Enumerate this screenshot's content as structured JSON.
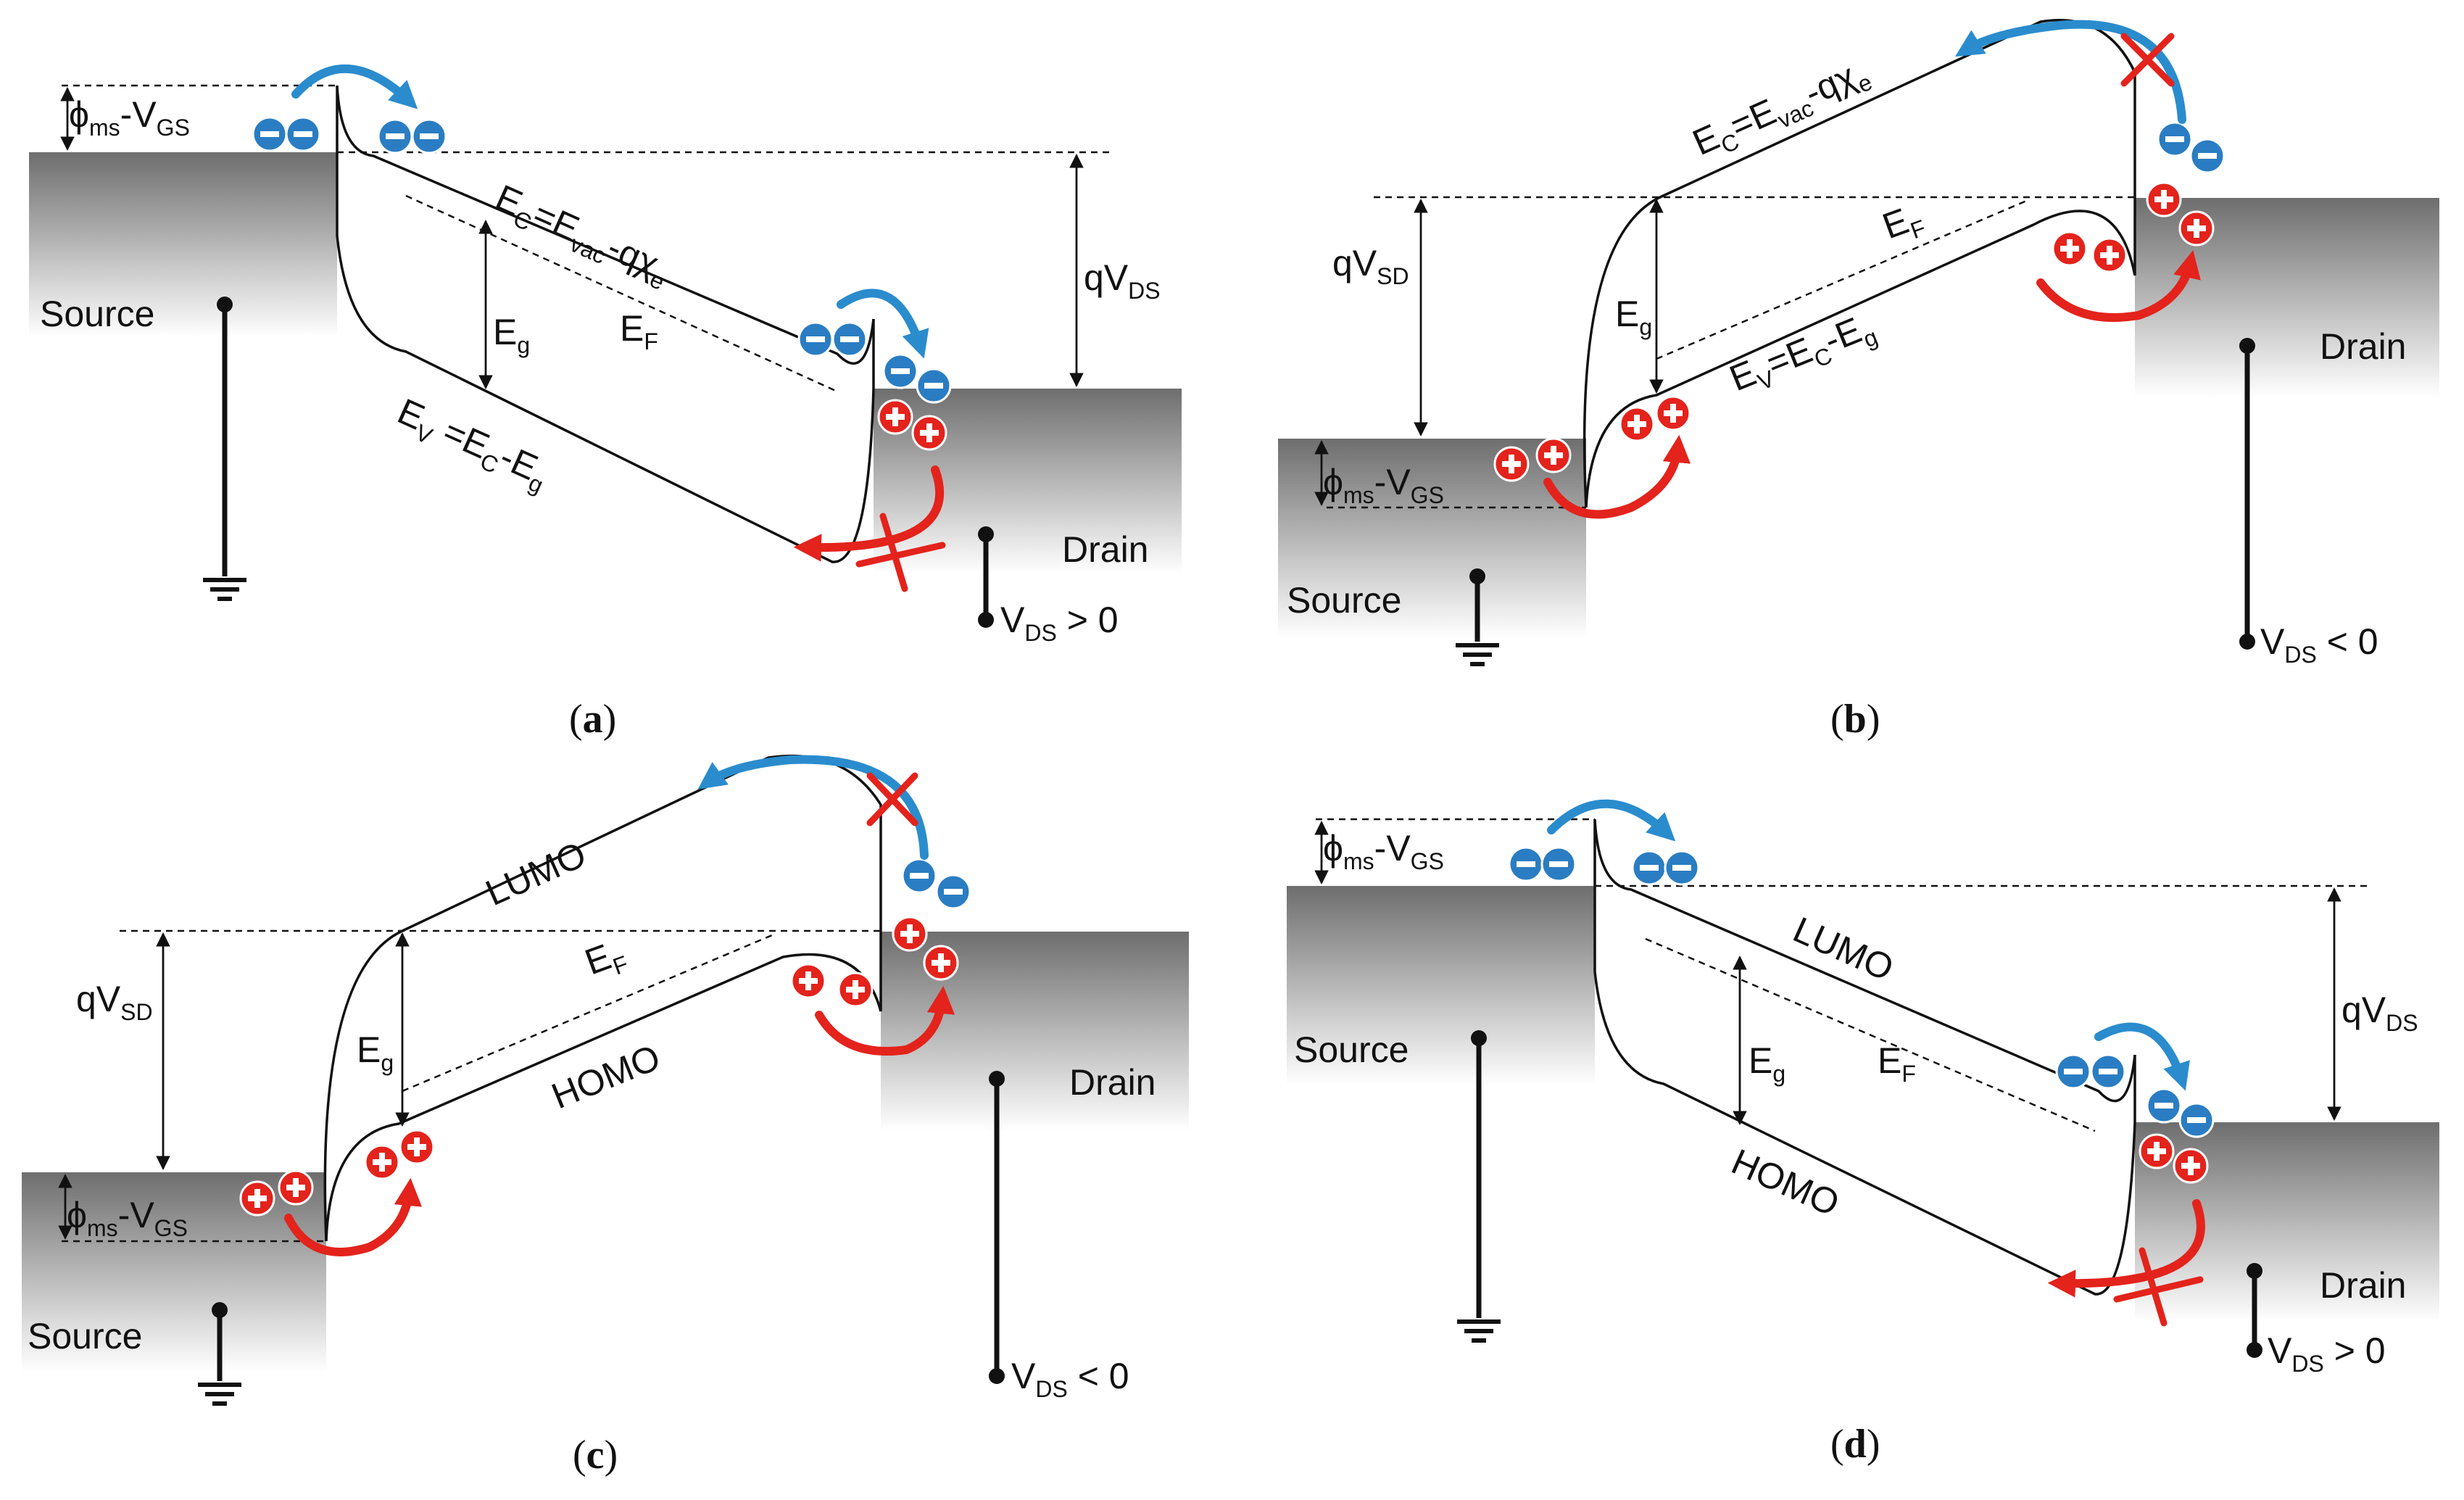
{
  "panels": {
    "a": {
      "caption_open": "(",
      "caption_letter": "a",
      "caption_close": ")",
      "phi": "ϕ",
      "phi_sub": "ms",
      "phi_rest": "-V",
      "phi_sub2": "GS",
      "ec_1": "E",
      "ec_s1": "C",
      "ec_2": "=E",
      "ec_s2": "vac",
      "ec_3": "-qχ",
      "ec_s3": "e",
      "ev_1": "E",
      "ev_s1": "V",
      "ev_2": " =E",
      "ev_s2": "C",
      "ev_3": "-E",
      "ev_s3": "g",
      "eg": "E",
      "eg_sub": "g",
      "ef": "E",
      "ef_sub": "F",
      "qv": "qV",
      "qv_sub": "DS",
      "source": "Source",
      "drain": "Drain",
      "vds": "V",
      "vds_sub": "DS",
      "vds_rest": " > 0"
    },
    "b": {
      "caption_open": "(",
      "caption_letter": "b",
      "caption_close": ")",
      "phi": "ϕ",
      "phi_sub": "ms",
      "phi_rest": "-V",
      "phi_sub2": "GS",
      "ec_1": "E",
      "ec_s1": "C",
      "ec_2": "=E",
      "ec_s2": "vac",
      "ec_3": "-qχ",
      "ec_s3": "e",
      "ev_1": "E",
      "ev_s1": "V",
      "ev_2": "=E",
      "ev_s2": "C",
      "ev_3": "-E",
      "ev_s3": "g",
      "eg": "E",
      "eg_sub": "g",
      "ef": "E",
      "ef_sub": "F",
      "qv": "qV",
      "qv_sub": "SD",
      "source": "Source",
      "drain": "Drain",
      "vds": "V",
      "vds_sub": "DS",
      "vds_rest": " < 0"
    },
    "c": {
      "caption_open": "(",
      "caption_letter": "c",
      "caption_close": ")",
      "phi": "ϕ",
      "phi_sub": "ms",
      "phi_rest": "-V",
      "phi_sub2": "GS",
      "lumo": "LUMO",
      "homo": "HOMO",
      "eg": "E",
      "eg_sub": "g",
      "ef": "E",
      "ef_sub": "F",
      "qv": "qV",
      "qv_sub": "SD",
      "source": "Source",
      "drain": "Drain",
      "vds": "V",
      "vds_sub": "DS",
      "vds_rest": " < 0"
    },
    "d": {
      "caption_open": "(",
      "caption_letter": "d",
      "caption_close": ")",
      "phi": "ϕ",
      "phi_sub": "ms",
      "phi_rest": "-V",
      "phi_sub2": "GS",
      "lumo": "LUMO",
      "homo": "HOMO",
      "eg": "E",
      "eg_sub": "g",
      "ef": "E",
      "ef_sub": "F",
      "qv": "qV",
      "qv_sub": "DS",
      "source": "Source",
      "drain": "Drain",
      "vds": "V",
      "vds_sub": "DS",
      "vds_rest": " > 0"
    }
  },
  "colors": {
    "electron": "#2a7dc2",
    "hole": "#e3231c",
    "electron_arrow": "#2a8ccd",
    "hole_arrow": "#e3231c",
    "metal_gradient_top": "#6e6e6e",
    "metal_gradient_bottom": "#ffffff"
  },
  "icons": {
    "electron": "minus-circle",
    "hole": "plus-circle",
    "blocked": "red-x-cross",
    "ground": "ground-symbol"
  }
}
